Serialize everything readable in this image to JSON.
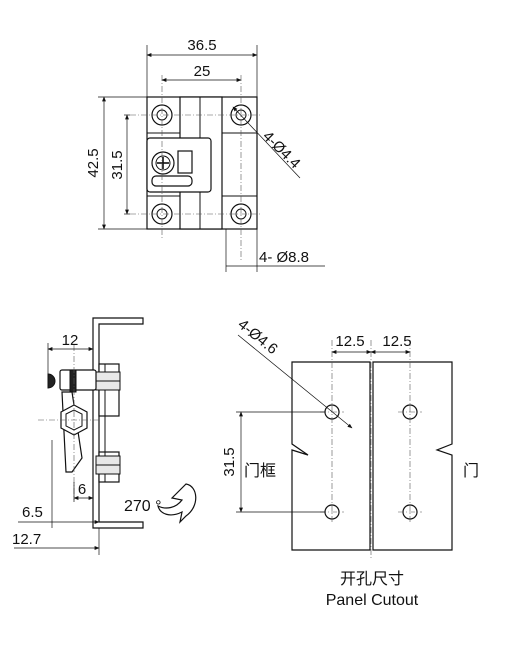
{
  "front_view": {
    "dim_overall_width": "36.5",
    "dim_hole_spacing_x": "25",
    "dim_overall_height": "42.5",
    "dim_hole_spacing_y": "31.5",
    "dim_mount_holes": "4-Ø4.4",
    "dim_counterbore": "4- Ø8.8"
  },
  "side_view": {
    "dim_top_offset": "12",
    "dim_leaf_offset": "6",
    "dim_base_offset": "6.5",
    "dim_total_depth": "12.7",
    "rotation_angle": "270 °"
  },
  "panel_cutout": {
    "dim_holes": "4-Ø4.6",
    "dim_left_spacing": "12.5",
    "dim_right_spacing": "12.5",
    "dim_vertical_spacing": "31.5",
    "label_frame": "门框",
    "label_door": "门",
    "caption_cn": "开孔尺寸",
    "caption_en": "Panel Cutout"
  }
}
